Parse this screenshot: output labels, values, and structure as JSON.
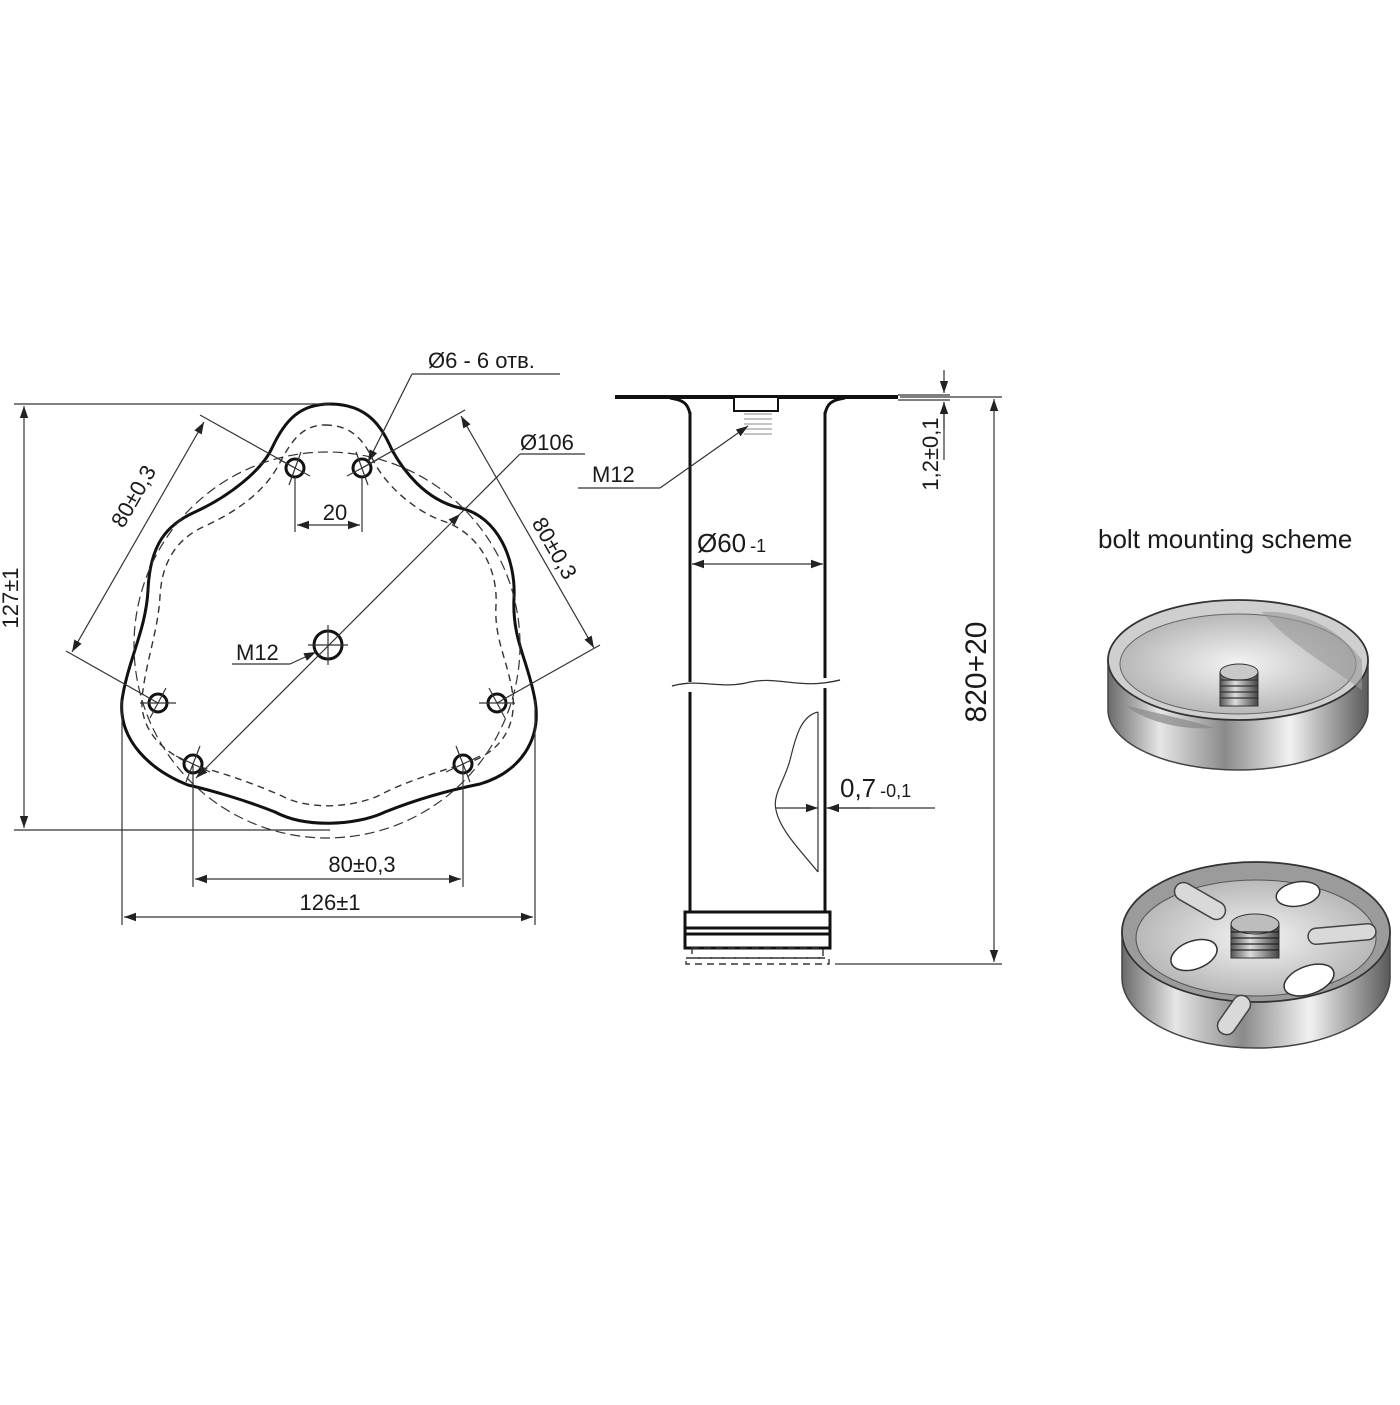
{
  "plan_view": {
    "holes_label": "Ø6 - 6 отв.",
    "bolt_circle_label": "Ø106",
    "center_thread_label": "M12",
    "height_label": "127±1",
    "width_label": "126±1",
    "bottom_spacing_label": "80±0,3",
    "left_spacing_label": "80±0,3",
    "right_spacing_label": "80±0,3",
    "top_spacing_label": "20"
  },
  "side_view": {
    "thread_label": "M12",
    "diameter_label": "Ø60",
    "diameter_tol": "-1",
    "plate_thickness_label": "1,2±0,1",
    "wall_thickness_label": "0,7",
    "wall_thickness_tol": "-0,1",
    "length_label": "820+20"
  },
  "bolt_scheme": {
    "title": "bolt mounting scheme"
  }
}
